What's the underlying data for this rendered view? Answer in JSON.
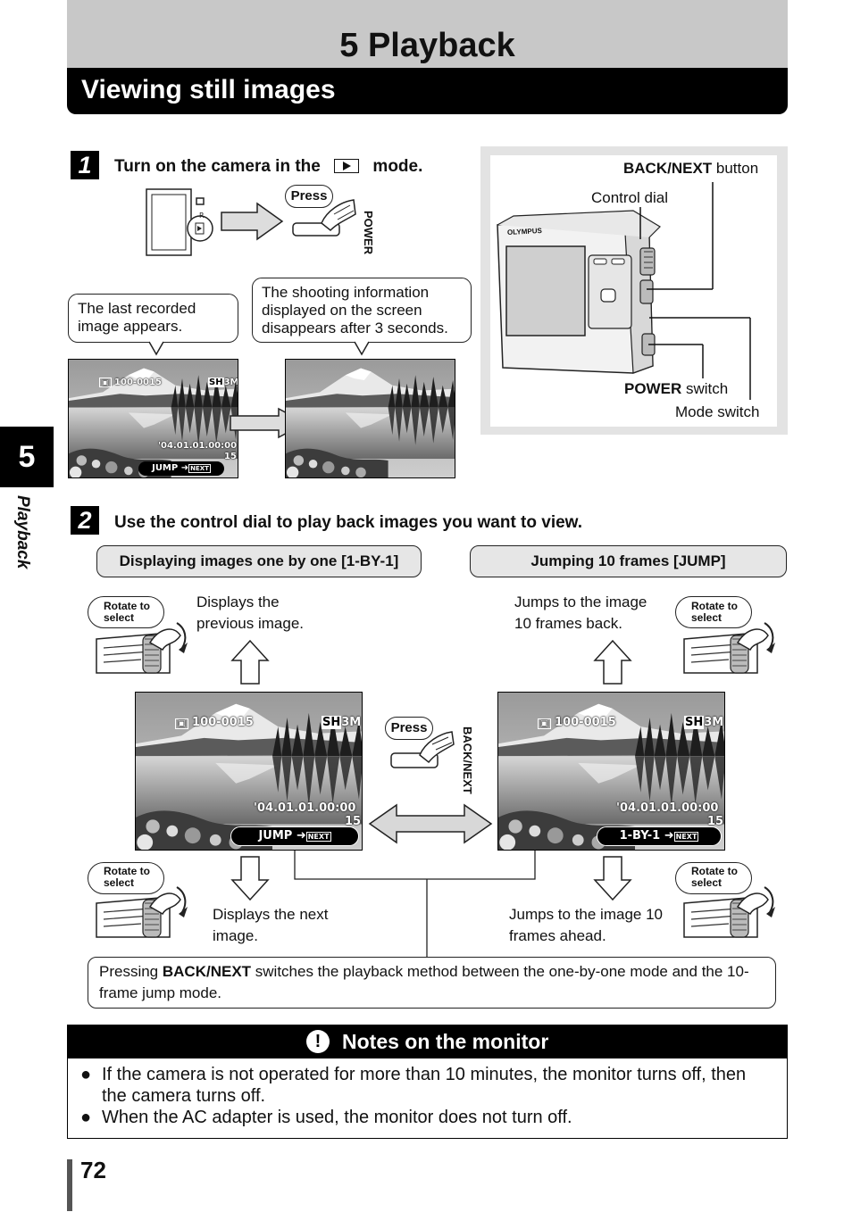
{
  "header": {
    "chapter_title": "5 Playback",
    "section_title": "Viewing still images"
  },
  "side_tab": {
    "number": "5",
    "label": "Playback"
  },
  "step1": {
    "number": "1",
    "text_before": "Turn on the camera in the",
    "mode_icon": "playback-icon",
    "text_after": "mode.",
    "press_label": "Press",
    "power_label": "POWER",
    "callout_left": "The last recorded image appears.",
    "callout_right": "The shooting information displayed on the screen disappears after 3 seconds.",
    "osd": {
      "file": "100-0015",
      "quality": "SH",
      "size": "3M",
      "datetime": "'04.01.01.00:00",
      "frame": "15",
      "jump": "JUMP",
      "next": "NEXT"
    }
  },
  "camera_diagram": {
    "brand": "OLYMPUS",
    "back_next_bold": "BACK/NEXT",
    "back_next_rest": " button",
    "control_dial": "Control dial",
    "power_bold": "POWER",
    "power_rest": " switch",
    "mode_switch": "Mode switch"
  },
  "step2": {
    "number": "2",
    "text": "Use the control dial to play back images you want to view.",
    "left_mode": "Displaying images one by one [1-BY-1]",
    "right_mode": "Jumping 10 frames [JUMP]",
    "rotate_label": "Rotate to select",
    "left_prev": "Displays the previous image.",
    "left_next": "Displays the next image.",
    "right_prev": "Jumps to the image 10 frames back.",
    "right_next": "Jumps to the image 10 frames ahead.",
    "press_label": "Press",
    "back_next_label": "BACK/NEXT",
    "osd_left_mode": "JUMP",
    "osd_right_mode": "1-BY-1",
    "note_bold": "BACK/NEXT",
    "note_before": "Pressing ",
    "note_after": " switches the playback method between the one-by-one mode and the 10-frame jump mode."
  },
  "notes": {
    "title": "Notes on the monitor",
    "items": [
      "If the camera is not operated for more than 10 minutes, the monitor turns off, then the camera turns off.",
      "When the AC adapter is used, the monitor does not turn off."
    ]
  },
  "page_number": "72"
}
